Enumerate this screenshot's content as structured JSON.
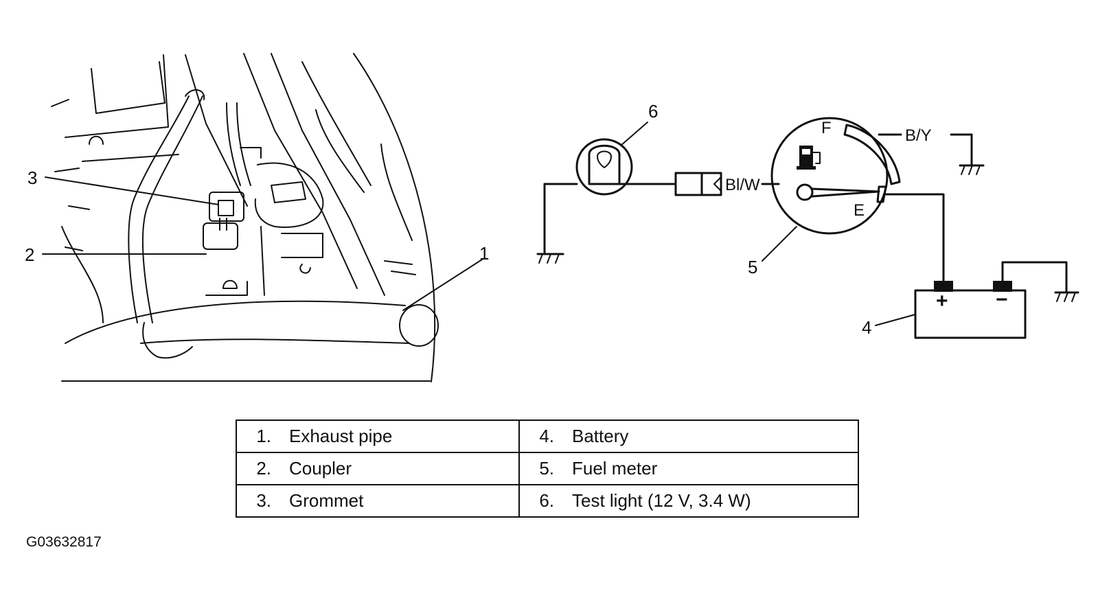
{
  "figure_id": "G03632817",
  "callouts": {
    "exhaust_pipe": "1",
    "coupler": "2",
    "grommet": "3",
    "battery": "4",
    "fuel_meter": "5",
    "test_light": "6"
  },
  "wire_labels": {
    "bl_w": "Bl/W",
    "b_y": "B/Y"
  },
  "gauge": {
    "full": "F",
    "empty": "E"
  },
  "battery_terminals": {
    "positive": "+",
    "negative": "−"
  },
  "legend": [
    {
      "num_left": "1.",
      "label_left": "Exhaust pipe",
      "num_right": "4.",
      "label_right": "Battery"
    },
    {
      "num_left": "2.",
      "label_left": "Coupler",
      "num_right": "5.",
      "label_right": "Fuel meter"
    },
    {
      "num_left": "3.",
      "label_left": "Grommet",
      "num_right": "6.",
      "label_right": "Test light (12 V, 3.4 W)"
    }
  ]
}
